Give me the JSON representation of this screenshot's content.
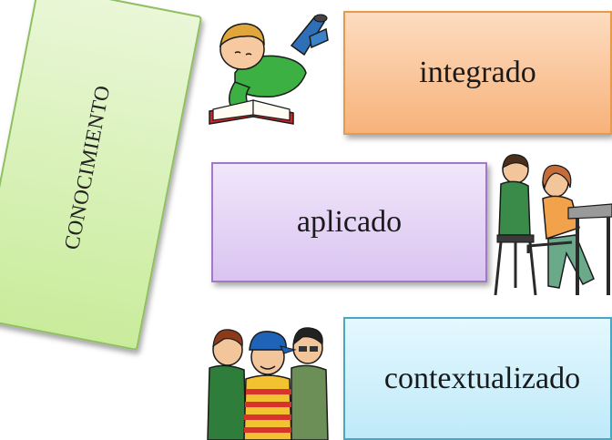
{
  "sidebar": {
    "label": "CONOCIMIENTO"
  },
  "boxes": {
    "integrado": "integrado",
    "aplicado": "aplicado",
    "contextualizado": "contextualizado"
  },
  "illustrations": [
    "reading-boy-illustration",
    "students-at-desk-illustration",
    "group-of-friends-illustration"
  ],
  "colors": {
    "green_box": "#c9ec9b",
    "orange_box": "#f7b27a",
    "purple_box": "#dac4f0",
    "blue_box": "#bfeaf9"
  }
}
